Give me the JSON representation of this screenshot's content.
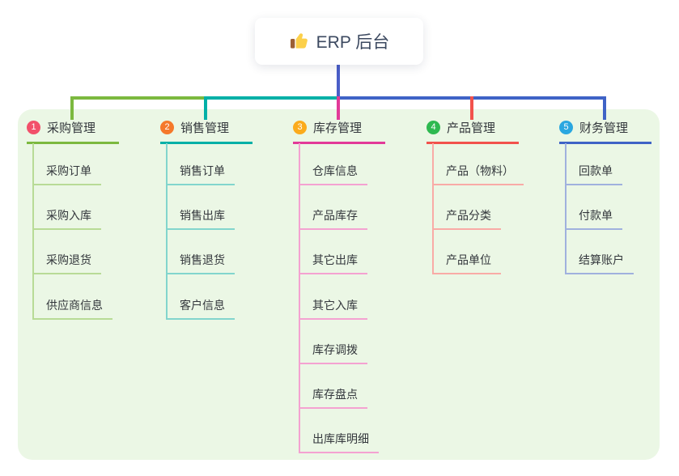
{
  "root": {
    "title": "ERP 后台",
    "icon": "thumbs-up-icon"
  },
  "colors": {
    "canvas_bg": "#ffffff",
    "panel_bg": "#ebf7e5",
    "stem": "#4a5ec8",
    "text": "#33373c",
    "root_text": "#3c4960",
    "node_bg": "#ffffff"
  },
  "branches": [
    {
      "number": "1",
      "label": "采购管理",
      "badge_color": "#f2506a",
      "line_color": "#7cb93f",
      "light_color": "#b8db96",
      "children": [
        "采购订单",
        "采购入库",
        "采购退货",
        "供应商信息"
      ]
    },
    {
      "number": "2",
      "label": "销售管理",
      "badge_color": "#f5792b",
      "line_color": "#00b0a7",
      "light_color": "#82d5cd",
      "children": [
        "销售订单",
        "销售出库",
        "销售退货",
        "客户信息"
      ]
    },
    {
      "number": "3",
      "label": "库存管理",
      "badge_color": "#fbab1c",
      "line_color": "#e23a98",
      "light_color": "#f4a2d1",
      "children": [
        "仓库信息",
        "产品库存",
        "其它出库",
        "其它入库",
        "库存调拨",
        "库存盘点",
        "出库库明细"
      ]
    },
    {
      "number": "4",
      "label": "产品管理",
      "badge_color": "#2eb950",
      "line_color": "#f2524c",
      "light_color": "#f9aba6",
      "children": [
        "产品（物料）",
        "产品分类",
        "产品单位"
      ]
    },
    {
      "number": "5",
      "label": "财务管理",
      "badge_color": "#2aa7e0",
      "line_color": "#3f63c6",
      "light_color": "#a0b1de",
      "children": [
        "回款单",
        "付款单",
        "结算账户"
      ]
    }
  ]
}
